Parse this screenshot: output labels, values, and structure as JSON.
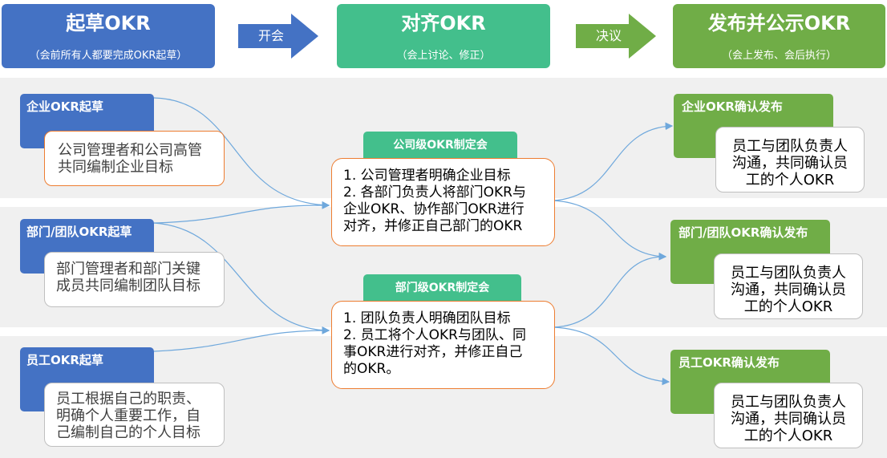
{
  "phases": [
    {
      "title": "起草OKR",
      "subtitle": "（会前所有人都要完成OKR起草）"
    },
    {
      "title": "对齐OKR",
      "subtitle": "（会上讨论、修正）"
    },
    {
      "title": "发布并公示OKR",
      "subtitle": "（会上发布、会后执行）"
    }
  ],
  "transitions": [
    {
      "label": "开会"
    },
    {
      "label": "决议"
    }
  ],
  "drafts": [
    {
      "tag": "企业OKR起草",
      "lines": [
        "公司管理者和公司高管",
        "共同编制企业目标"
      ]
    },
    {
      "tag": "部门/团队OKR起草",
      "lines": [
        "部门管理者和部门关键",
        "成员共同编制团队目标"
      ]
    },
    {
      "tag": "员工OKR起草",
      "lines": [
        "员工根据自己的职责、",
        "明确个人重要工作，自",
        "己编制自己的个人目标"
      ]
    }
  ],
  "meetings": [
    {
      "tag": "公司级OKR制定会",
      "lines": [
        "1. 公司管理者明确企业目标",
        "2. 各部门负责人将部门OKR与",
        "企业OKR、协作部门OKR进行",
        "对齐，并修正自己部门的OKR"
      ]
    },
    {
      "tag": "部门级OKR制定会",
      "lines": [
        "1. 团队负责人明确团队目标",
        "2. 员工将个人OKR与团队、同",
        "事OKR进行对齐，并修正自己",
        "的OKR。"
      ]
    }
  ],
  "publishes": [
    {
      "tag": "企业OKR确认发布",
      "lines": [
        "员工与团队负责人",
        "沟通，共同确认员",
        "工的个人OKR"
      ]
    },
    {
      "tag": "部门/团队OKR确认发布",
      "lines": [
        "员工与团队负责人",
        "沟通，共同确认员",
        "工的个人OKR"
      ]
    },
    {
      "tag": "员工OKR确认发布",
      "lines": [
        "员工与团队负责人",
        "沟通，共同确认员",
        "工的个人OKR"
      ]
    }
  ],
  "colors": {
    "draft": "#4472c4",
    "align": "#43bf8c",
    "publish": "#70ad47",
    "orange_border": "#ed7d31",
    "connector": "#6fa8dc"
  }
}
